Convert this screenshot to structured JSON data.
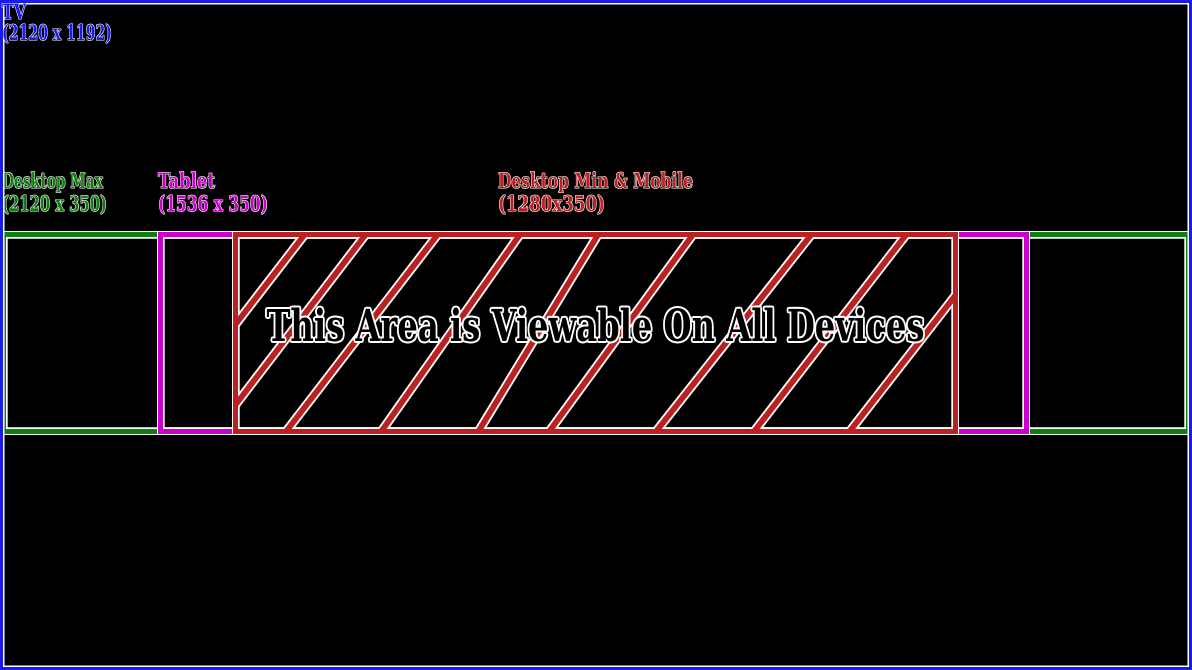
{
  "page": {
    "background": "#000000"
  },
  "tv": {
    "label": "TV",
    "dimensions": "(2120 x 1192)",
    "color": "#1a1aee"
  },
  "desktop_max": {
    "label": "Desktop Max",
    "dimensions": "(2120 x 350)",
    "color": "#0c800c"
  },
  "tablet": {
    "label": "Tablet",
    "dimensions": "(1536 x 350)",
    "color": "#cc00cc"
  },
  "desktop_min_mobile": {
    "label": "Desktop Min & Mobile",
    "dimensions": "(1280x350)",
    "color": "#bb2121"
  },
  "viewable_area": {
    "text": "This Area is Viewable On All Devices",
    "text_color": "#000000",
    "outline_color": "#ffffff"
  }
}
